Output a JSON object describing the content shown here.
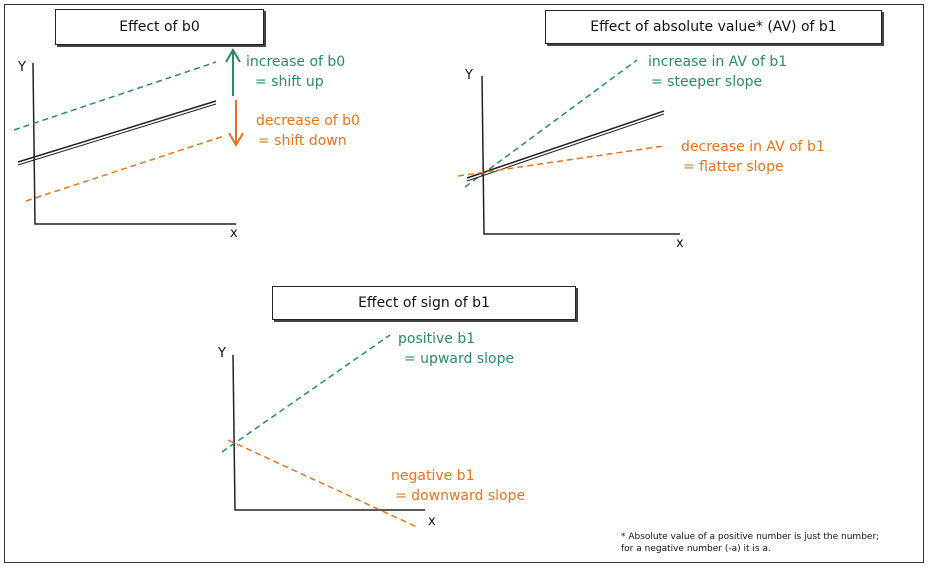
{
  "panel_intercept": {
    "title": "Effect of b0",
    "y_axis": "Y",
    "x_axis": "x",
    "green_label_1": "increase of b0",
    "green_label_2": "= shift up",
    "orange_label_1": "decrease of b0",
    "orange_label_2": "= shift down"
  },
  "panel_slope": {
    "title": "Effect of absolute value* (AV) of b1",
    "y_axis": "Y",
    "x_axis": "x",
    "green_label_1": "increase in AV of b1",
    "green_label_2": "= steeper slope",
    "orange_label_1": "decrease in AV of b1",
    "orange_label_2": "= flatter slope"
  },
  "panel_sign": {
    "title": "Effect of sign of b1",
    "y_axis": "Y",
    "x_axis": "x",
    "green_label_1": "positive b1",
    "green_label_2": "= upward slope",
    "orange_label_1": "negative b1",
    "orange_label_2": "= downward slope"
  },
  "footnote": {
    "line1": "* Absolute value of a positive number is just the number;",
    "line2": "for a negative number (-a) it is a."
  },
  "colors": {
    "green": "#2a8a67",
    "orange": "#e8731b",
    "black": "#222222"
  }
}
